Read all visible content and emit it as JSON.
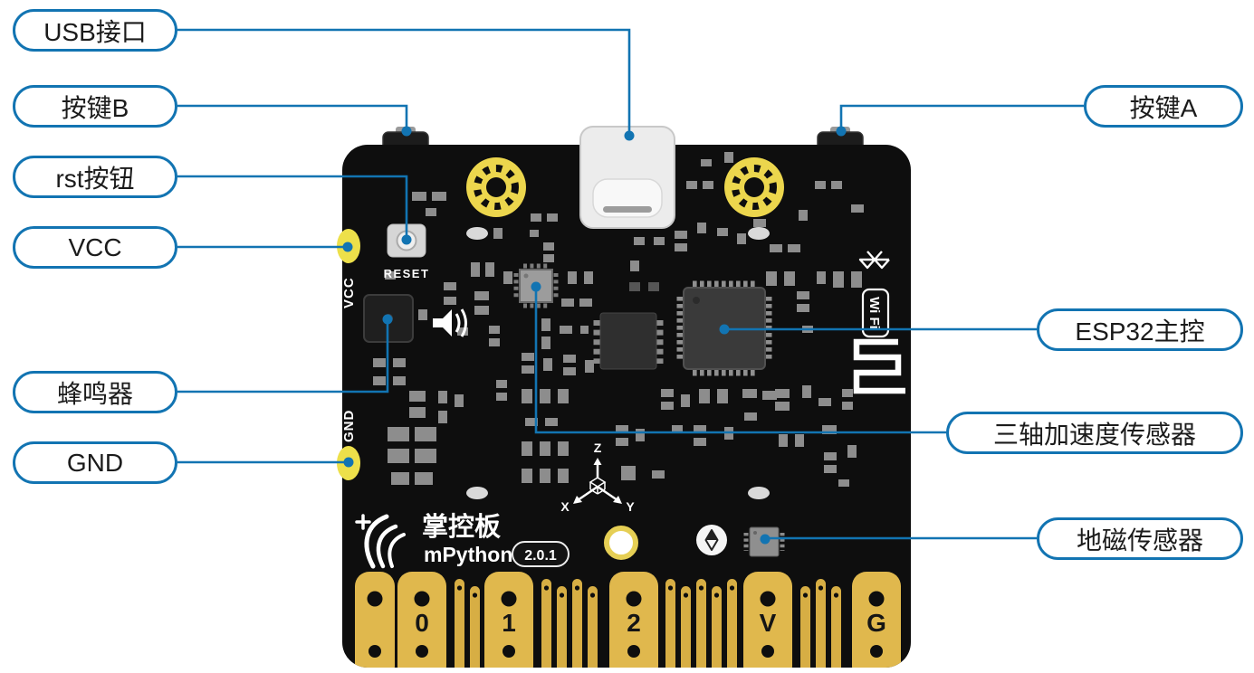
{
  "callouts": {
    "left": [
      {
        "id": "usb",
        "label": "USB接口"
      },
      {
        "id": "button-b",
        "label": "按键B"
      },
      {
        "id": "rst",
        "label": "rst按钮"
      },
      {
        "id": "vcc",
        "label": "VCC"
      },
      {
        "id": "buzzer",
        "label": "蜂鸣器"
      },
      {
        "id": "gnd",
        "label": "GND"
      }
    ],
    "right": [
      {
        "id": "button-a",
        "label": "按键A"
      },
      {
        "id": "esp32",
        "label": "ESP32主控"
      },
      {
        "id": "accelerometer",
        "label": "三轴加速度传感器"
      },
      {
        "id": "magnetometer",
        "label": "地磁传感器"
      }
    ]
  },
  "board": {
    "silkscreen": {
      "reset": "RESET",
      "vcc": "VCC",
      "gnd": "GND",
      "wifi": "Wi Fi"
    },
    "logo": {
      "cn": "掌控板",
      "en": "mPython",
      "version": "2.0.1"
    },
    "axis": {
      "x": "X",
      "y": "Y",
      "z": "Z"
    },
    "edge_pins": [
      "0",
      "1",
      "2",
      "V",
      "G"
    ]
  },
  "colors": {
    "callout_blue": "#1274b2",
    "board_black": "#0e0e0e",
    "gold": "#e0b84d",
    "pad_yellow": "#ede04a"
  }
}
